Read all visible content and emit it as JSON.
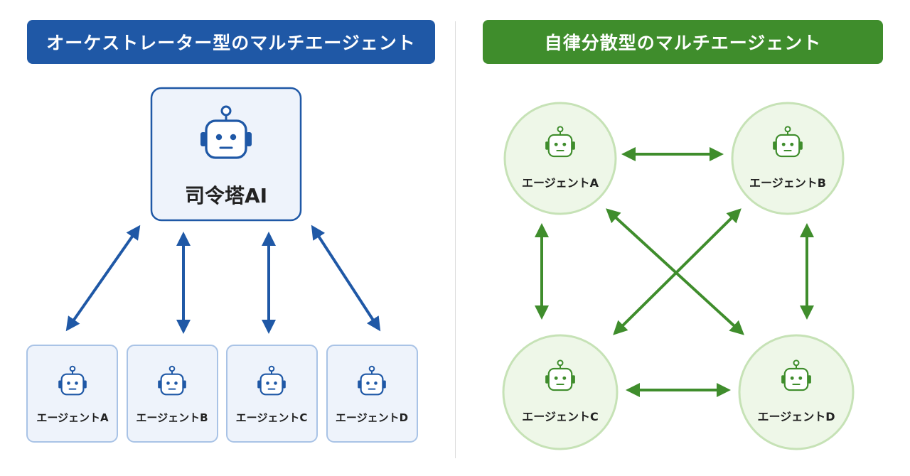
{
  "left_panel": {
    "title": "オーケストレーター型のマルチエージェント",
    "orchestrator_label": "司令塔AI",
    "agents": [
      "エージェントA",
      "エージェントB",
      "エージェントC",
      "エージェントD"
    ],
    "accent_color": "#1f58a6",
    "box_fill": "#eef3fb",
    "robot_icon": "robot-icon"
  },
  "right_panel": {
    "title": "自律分散型のマルチエージェント",
    "agents": [
      "エージェントA",
      "エージェントB",
      "エージェントC",
      "エージェントD"
    ],
    "accent_color": "#3f8d2c",
    "circle_fill": "#eef7e8",
    "robot_icon": "robot-icon"
  }
}
